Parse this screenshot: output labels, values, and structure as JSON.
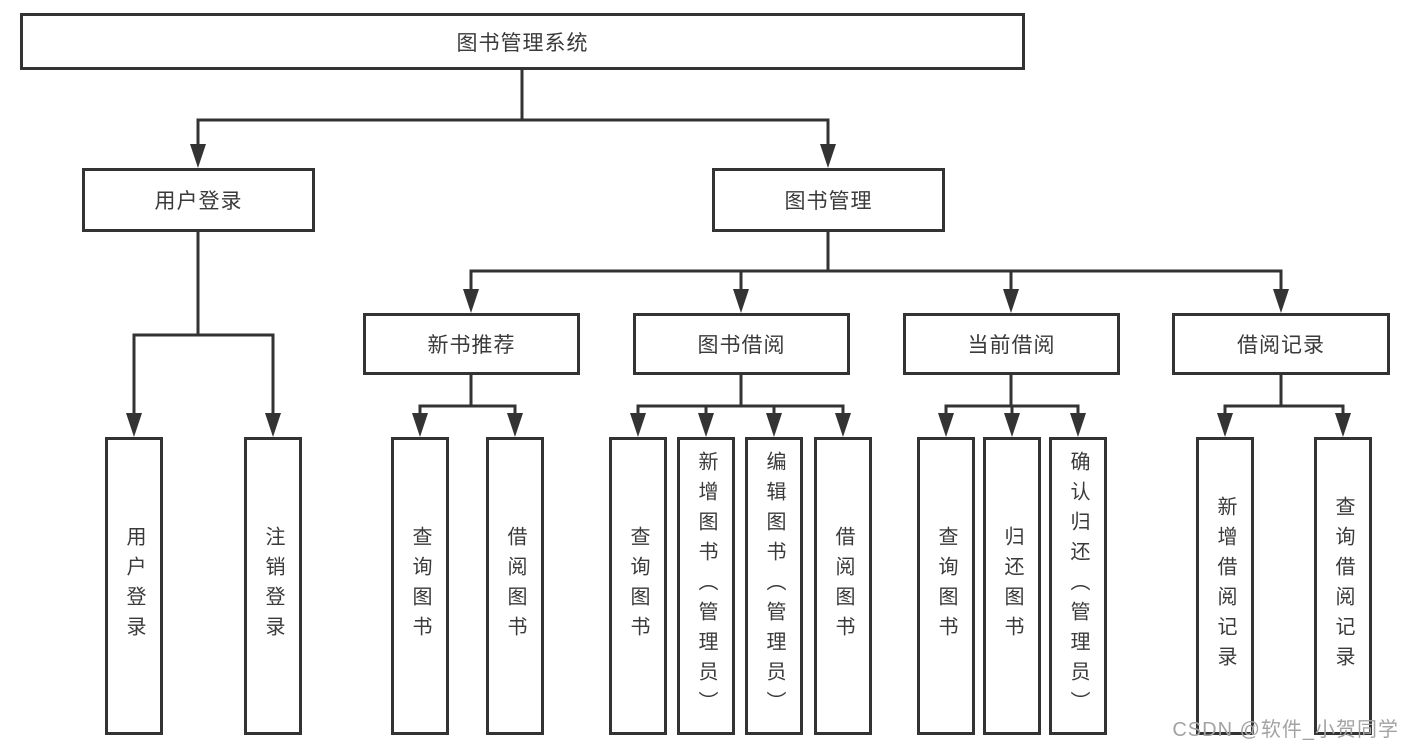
{
  "diagram": {
    "tree": {
      "label": "图书管理系统",
      "children": [
        {
          "label": "用户登录",
          "children": [
            {
              "label": "用户登录"
            },
            {
              "label": "注销登录"
            }
          ]
        },
        {
          "label": "图书管理",
          "children": [
            {
              "label": "新书推荐",
              "children": [
                {
                  "label": "查询图书"
                },
                {
                  "label": "借阅图书"
                }
              ]
            },
            {
              "label": "图书借阅",
              "children": [
                {
                  "label": "查询图书"
                },
                {
                  "label": "新增图书（管理员）"
                },
                {
                  "label": "编辑图书（管理员）"
                },
                {
                  "label": "借阅图书"
                }
              ]
            },
            {
              "label": "当前借阅",
              "children": [
                {
                  "label": "查询图书"
                },
                {
                  "label": "归还图书"
                },
                {
                  "label": "确认归还（管理员）"
                }
              ]
            },
            {
              "label": "借阅记录",
              "children": [
                {
                  "label": "新增借阅记录"
                },
                {
                  "label": "查询借阅记录"
                }
              ]
            }
          ]
        }
      ]
    },
    "colors": {
      "line": "#333333",
      "box_border": "#333333",
      "box_fill": "#ffffff",
      "text": "#3a3a3a",
      "background": "#ffffff",
      "watermark": "#a3a3a3"
    }
  },
  "watermark": {
    "text": "CSDN @软件_小贺同学"
  }
}
